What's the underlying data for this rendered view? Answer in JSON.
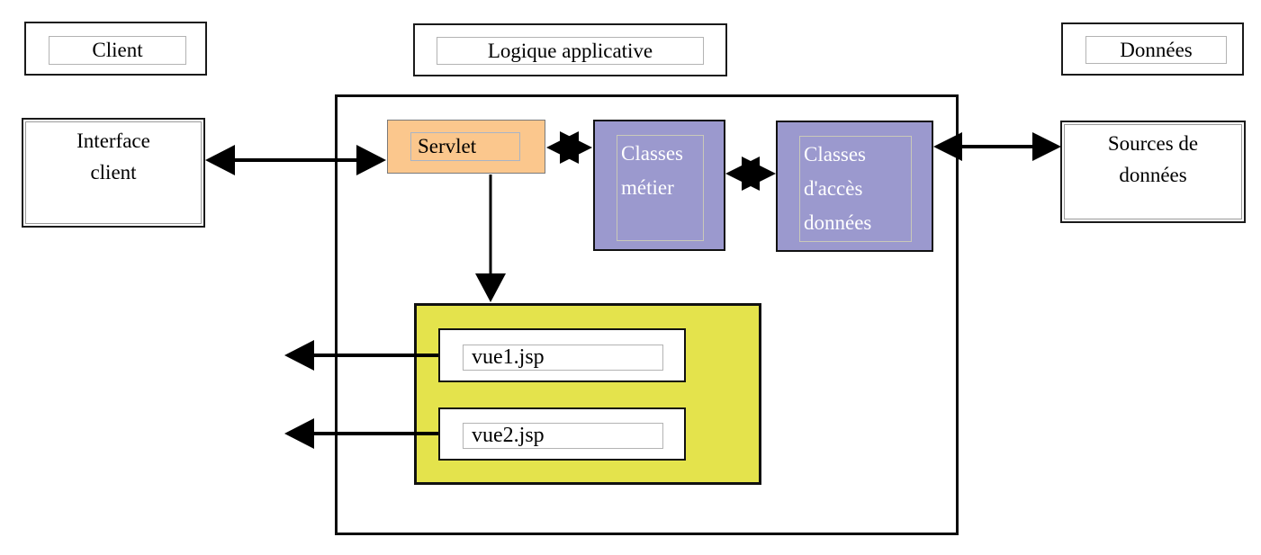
{
  "tiers": {
    "client": "Client",
    "logic": "Logique applicative",
    "data": "Données"
  },
  "nodes": {
    "interface_client": "Interface\nclient",
    "servlet": "Servlet",
    "classes_metier": "Classes\nmétier",
    "classes_acces_donnees": "Classes\nd'accès\ndonnées",
    "sources_donnees": "Sources de\ndonnées",
    "vue1": "vue1.jsp",
    "vue2": "vue2.jsp"
  },
  "colors": {
    "servlet_fill": "#fbc78d",
    "classes_fill": "#9b99ce",
    "views_container_fill": "#e4e34c",
    "arrow": "#000000"
  }
}
